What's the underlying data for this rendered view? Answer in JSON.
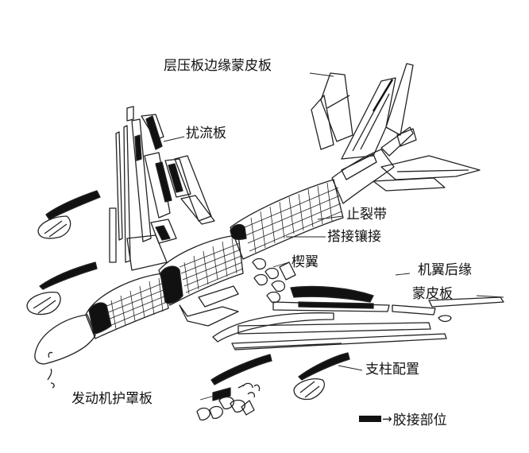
{
  "labels": {
    "laminate_edge_skin": "层压板边缘蒙皮板",
    "spoiler": "扰流板",
    "tear_stopper": "止裂带",
    "lap_joint": "搭接镶接",
    "wingtip": "楔翼",
    "wing_trailing_edge_line1": "机翼后缘",
    "wing_trailing_edge_line2": "蒙皮板",
    "strut_fairing": "支柱配置",
    "engine_cowling": "发动机护罩板"
  },
  "legend": {
    "arrow": "→",
    "text": "胶接部位"
  },
  "colors": {
    "ink": "#111111",
    "paper": "#ffffff"
  }
}
